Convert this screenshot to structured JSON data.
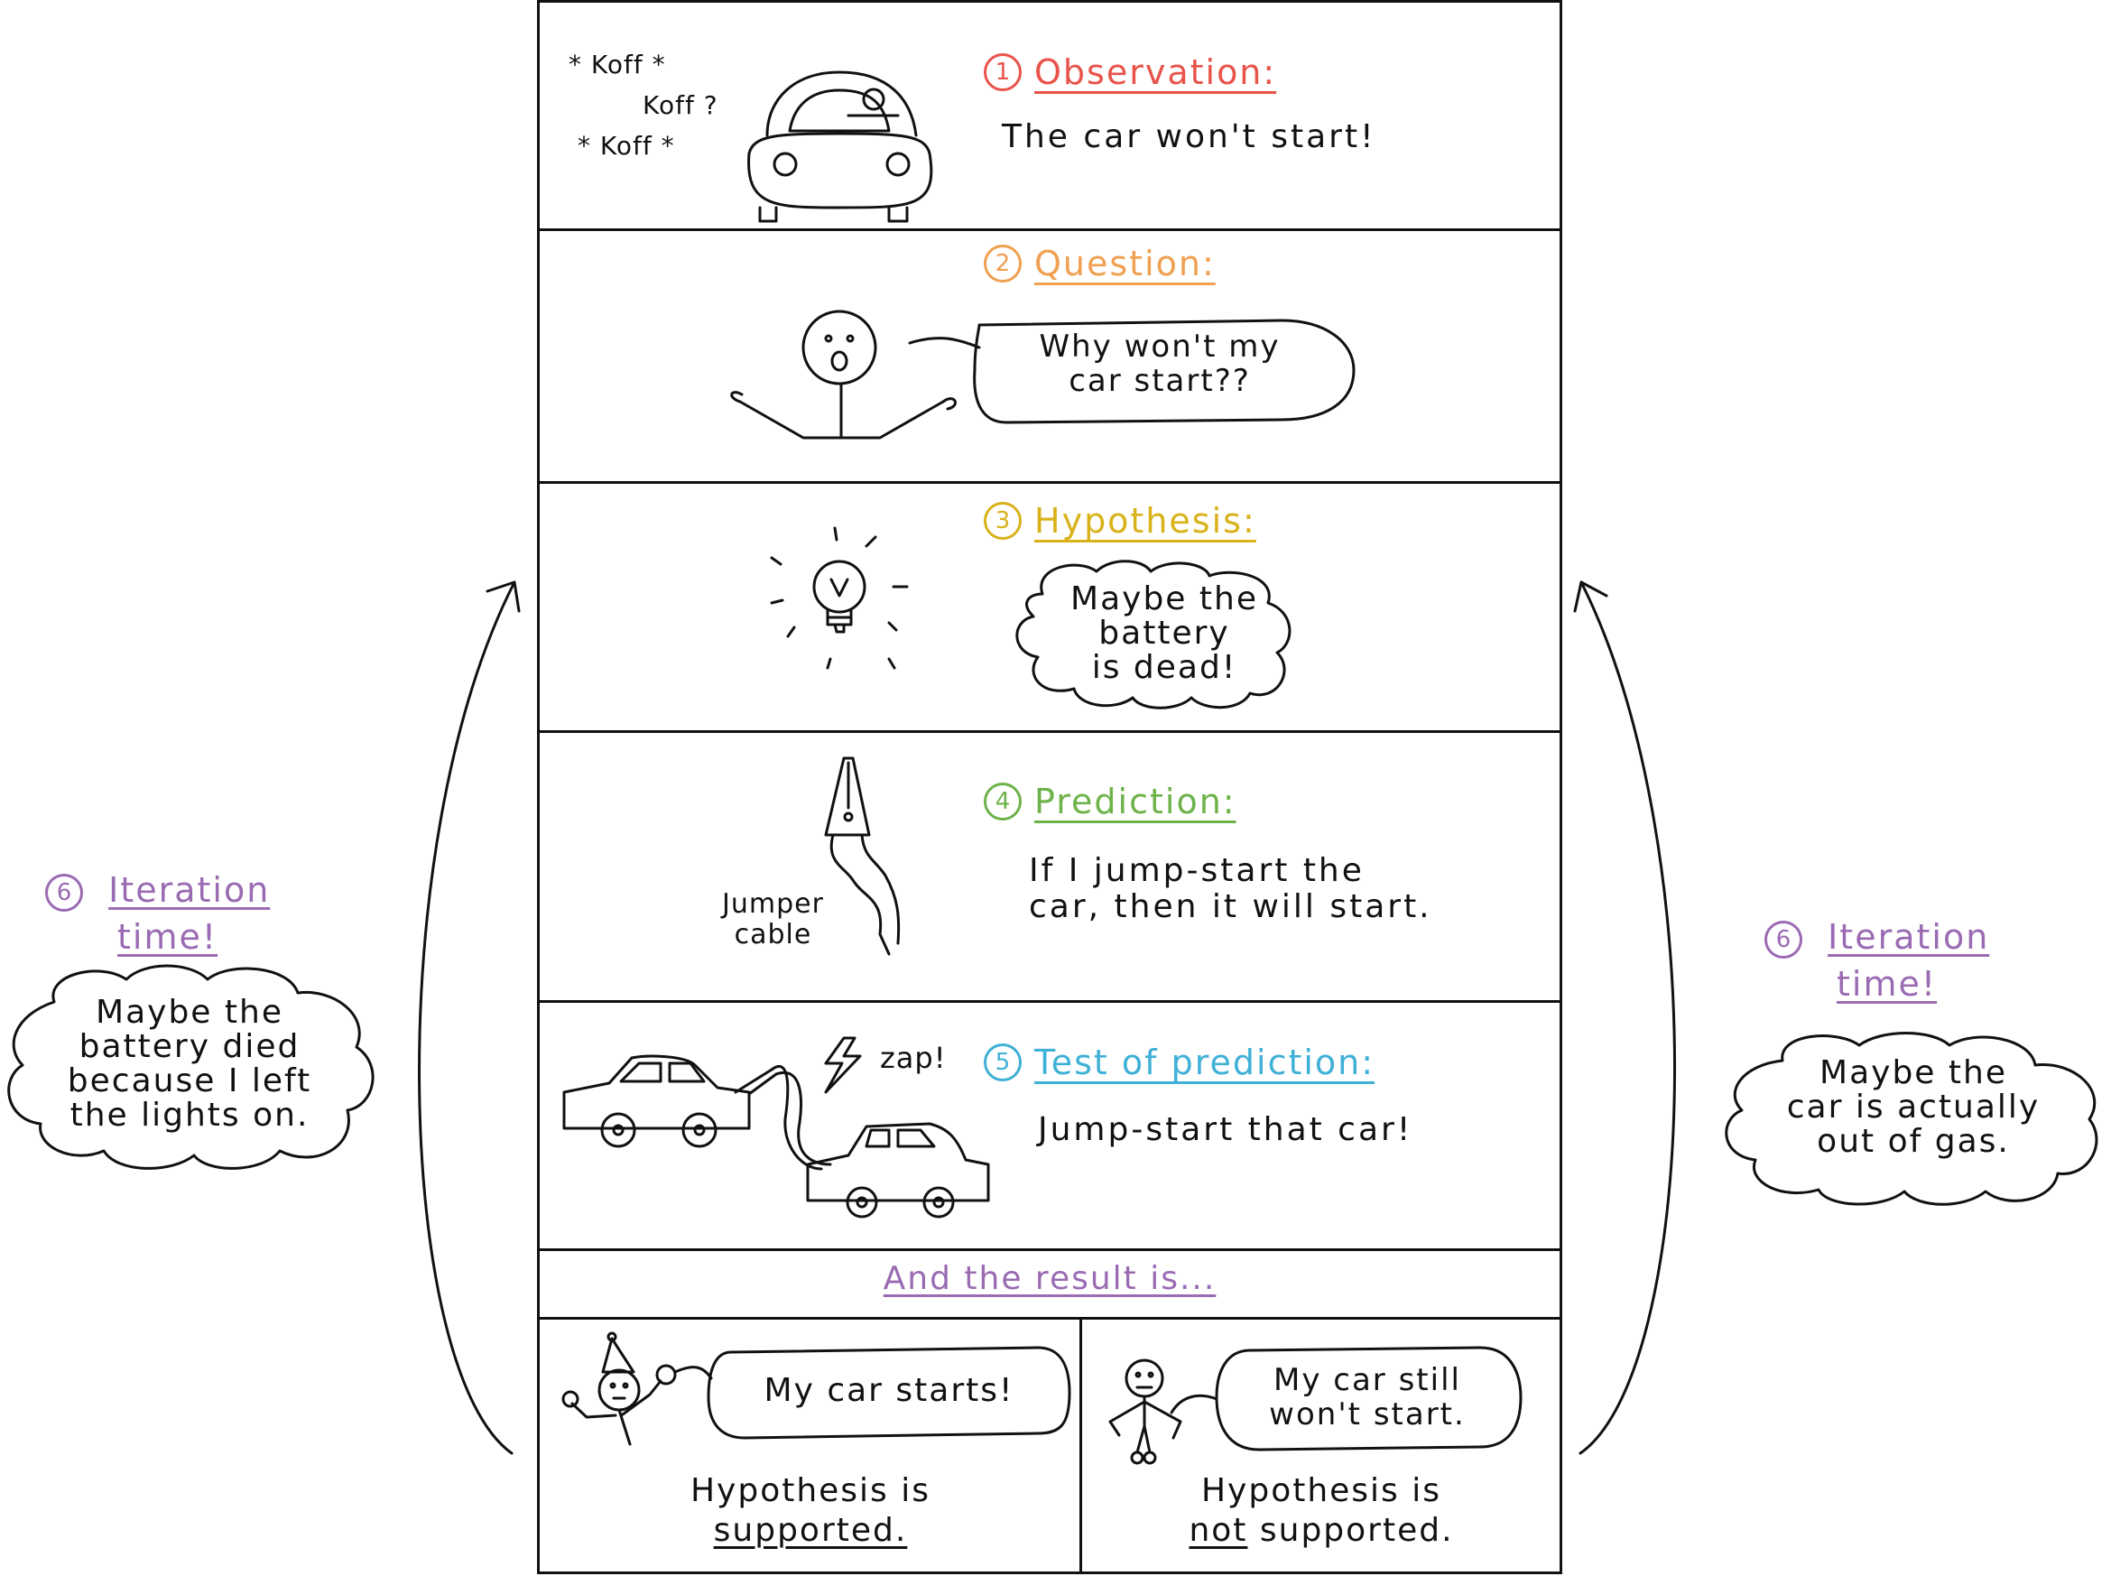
{
  "colors": {
    "observation": "#e8534a",
    "question": "#f0a050",
    "hypothesis": "#d9b21a",
    "prediction": "#6db34a",
    "test": "#3fb0d6",
    "iteration": "#9a6bb3",
    "result": "#9a6bb3"
  },
  "steps": {
    "observation": {
      "num": "1",
      "title": "Observation:",
      "text": "The car won't start!",
      "sound": [
        "* Koff *",
        "Koff ?",
        "* Koff *"
      ]
    },
    "question": {
      "num": "2",
      "title": "Question:",
      "bubble": "Why won't my\ncar start??"
    },
    "hypothesis": {
      "num": "3",
      "title": "Hypothesis:",
      "cloud": "Maybe the\nbattery\nis dead!"
    },
    "prediction": {
      "num": "4",
      "title": "Prediction:",
      "text": "If I jump-start the\ncar, then it will start.",
      "cable_label": "Jumper\ncable"
    },
    "test": {
      "num": "5",
      "title": "Test of prediction:",
      "text": "Jump-start that car!",
      "zap": "zap!"
    }
  },
  "result": {
    "heading": "And the result is...",
    "supported": {
      "bubble": "My car starts!",
      "caption_a": "Hypothesis is",
      "caption_b": "supported."
    },
    "not_supported": {
      "bubble": "My car still\nwon't start.",
      "caption_a": "Hypothesis is",
      "caption_b_not": "not",
      "caption_b_rest": " supported."
    }
  },
  "iteration": {
    "left": {
      "num": "6",
      "title_a": "Iteration",
      "title_b": "time!",
      "cloud": "Maybe the\nbattery died\nbecause I left\nthe lights on."
    },
    "right": {
      "num": "6",
      "title_a": "Iteration",
      "title_b": "time!",
      "cloud": "Maybe the\ncar is actually\nout of gas."
    }
  }
}
